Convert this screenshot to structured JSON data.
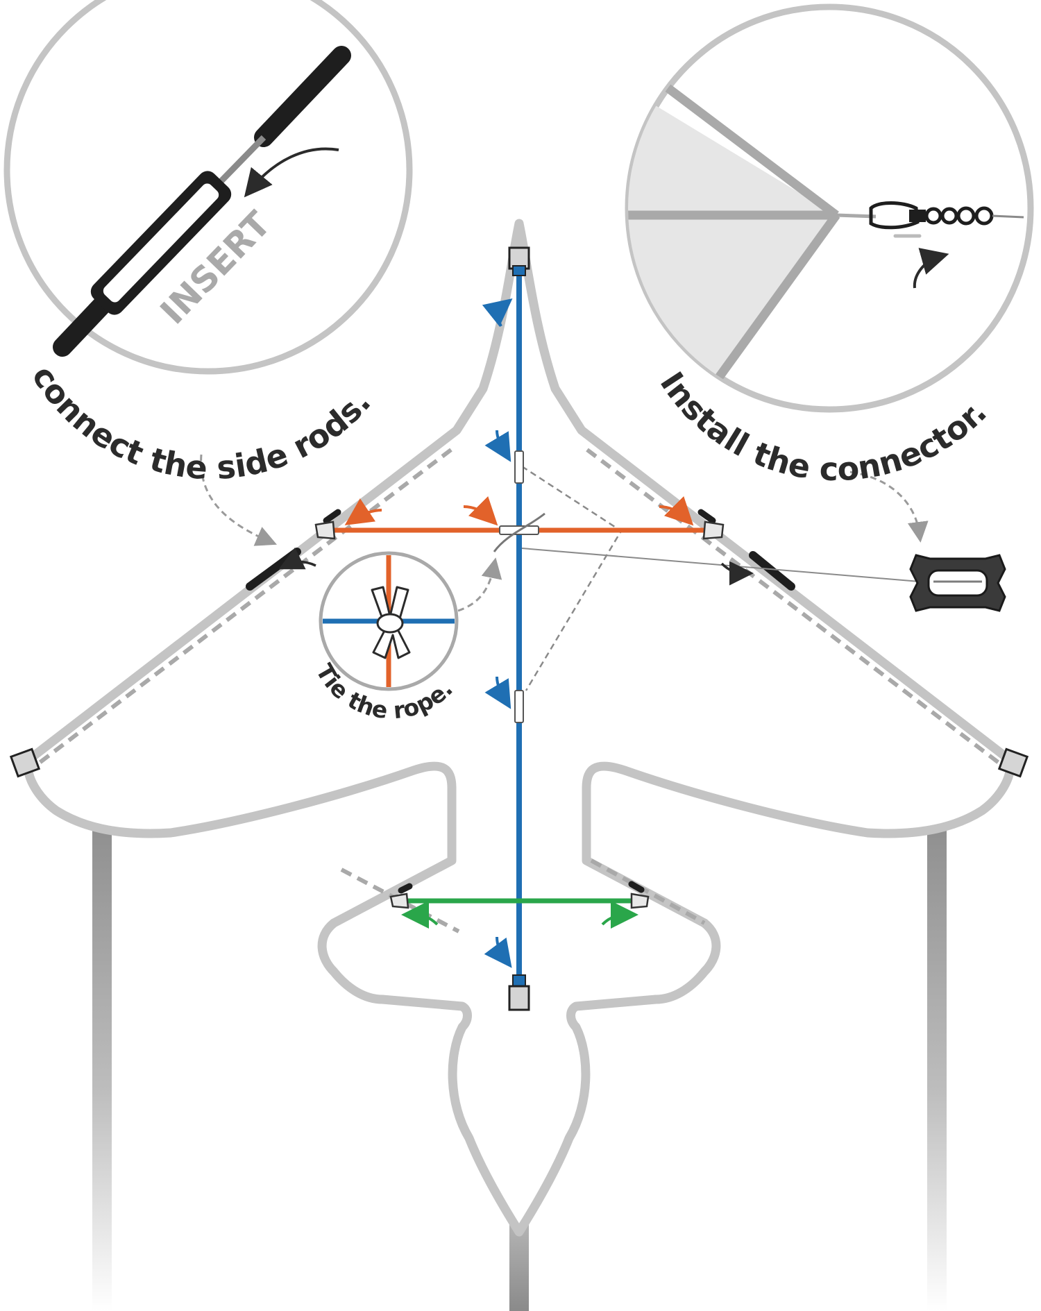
{
  "labels": {
    "insert": "INSERT",
    "connect_side_rods": "connect the side rods.",
    "install_connector": "Install the connector.",
    "tie_rope": "Tie the rope."
  },
  "colors": {
    "outline": "#c4c4c4",
    "dash": "#a9a9a9",
    "spine": "#1f6fb3",
    "cross_spar": "#e2622a",
    "tail_spar": "#2aa64a",
    "rod": "#1e1e1e",
    "panel": "#e6e6e6",
    "text": "#2b2b2b"
  },
  "icons": [
    "rod-connector-icon",
    "swivel-snap-clip-icon",
    "line-winder-icon",
    "knot-icon",
    "end-cap-icon",
    "curved-arrow-icon",
    "dashed-pointer-arrow-icon"
  ]
}
